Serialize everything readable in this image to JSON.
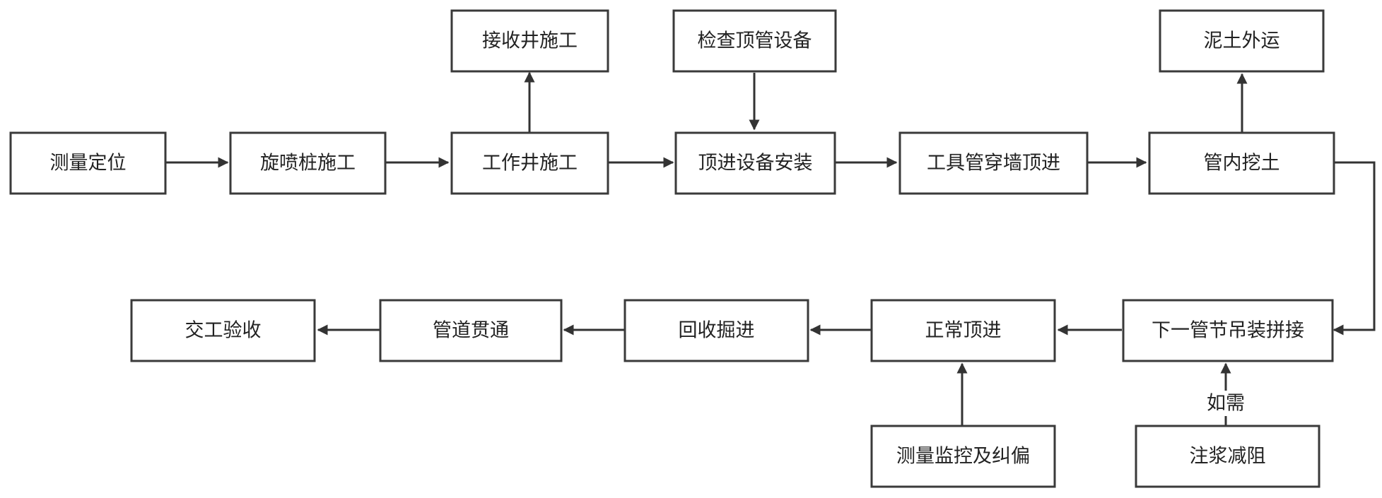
{
  "diagram": {
    "type": "flowchart",
    "nodes": [
      {
        "id": "survey",
        "label": "测量定位"
      },
      {
        "id": "jet_pile",
        "label": "旋喷桩施工"
      },
      {
        "id": "work_shaft",
        "label": "工作井施工"
      },
      {
        "id": "receive_shaft",
        "label": "接收井施工"
      },
      {
        "id": "check_equipment",
        "label": "检查顶管设备"
      },
      {
        "id": "install_equipment",
        "label": "顶进设备安装"
      },
      {
        "id": "tool_pipe",
        "label": "工具管穿墙顶进"
      },
      {
        "id": "excavate",
        "label": "管内挖土"
      },
      {
        "id": "soil_out",
        "label": "泥土外运"
      },
      {
        "id": "next_pipe",
        "label": "下一管节吊装拼接"
      },
      {
        "id": "normal_jack",
        "label": "正常顶进"
      },
      {
        "id": "recover",
        "label": "回收掘进"
      },
      {
        "id": "pipe_through",
        "label": "管道贯通"
      },
      {
        "id": "acceptance",
        "label": "交工验收"
      },
      {
        "id": "monitor",
        "label": "测量监控及纠偏"
      },
      {
        "id": "grout",
        "label": "注浆减阻"
      }
    ],
    "edges": [
      {
        "from": "survey",
        "to": "jet_pile"
      },
      {
        "from": "jet_pile",
        "to": "work_shaft"
      },
      {
        "from": "work_shaft",
        "to": "receive_shaft"
      },
      {
        "from": "work_shaft",
        "to": "install_equipment"
      },
      {
        "from": "check_equipment",
        "to": "install_equipment"
      },
      {
        "from": "install_equipment",
        "to": "tool_pipe"
      },
      {
        "from": "tool_pipe",
        "to": "excavate"
      },
      {
        "from": "excavate",
        "to": "soil_out"
      },
      {
        "from": "excavate",
        "to": "next_pipe"
      },
      {
        "from": "next_pipe",
        "to": "normal_jack"
      },
      {
        "from": "normal_jack",
        "to": "recover"
      },
      {
        "from": "recover",
        "to": "pipe_through"
      },
      {
        "from": "pipe_through",
        "to": "acceptance"
      },
      {
        "from": "monitor",
        "to": "normal_jack"
      },
      {
        "from": "grout",
        "to": "next_pipe",
        "label": "如需"
      }
    ]
  }
}
